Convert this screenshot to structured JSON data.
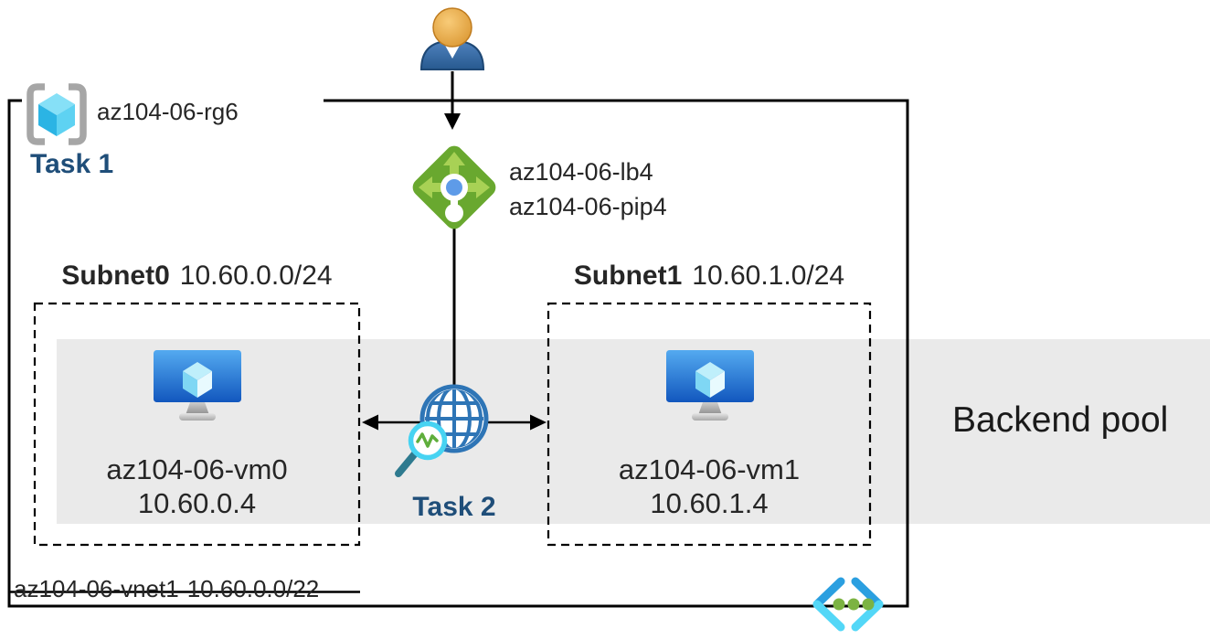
{
  "resource_group": {
    "name": "az104-06-rg6",
    "task": "Task 1"
  },
  "load_balancer": {
    "name": "az104-06-lb4",
    "public_ip": "az104-06-pip4"
  },
  "subnets": [
    {
      "name": "Subnet0",
      "cidr": "10.60.0.0/24",
      "vm_name": "az104-06-vm0",
      "vm_ip": "10.60.0.4"
    },
    {
      "name": "Subnet1",
      "cidr": "10.60.1.0/24",
      "vm_name": "az104-06-vm1",
      "vm_ip": "10.60.1.4"
    }
  ],
  "task2_label": "Task 2",
  "backend_pool_label": "Backend pool",
  "vnet": {
    "name": "az104-06-vnet1",
    "cidr": "10.60.0.0/22"
  },
  "icons": {
    "user": "user-icon",
    "resource_group": "resource-group-icon",
    "load_balancer": "load-balancer-icon",
    "virtual_machine": "virtual-machine-icon",
    "network_watcher": "network-watcher-globe-icon",
    "virtual_network": "virtual-network-icon"
  },
  "colors": {
    "task_text": "#1F4E79",
    "text": "#262626",
    "backend_band": "#EAEAEA",
    "line": "#000000",
    "lb_diamond_green": "#69A82F",
    "lb_arrow_green": "#A8D155",
    "lb_dot_blue": "#5E9BE8",
    "globe_blue": "#2E75B6",
    "magnifier_ring_cyan": "#47D3F2",
    "magnifier_pulse_green": "#5FAE3C",
    "magnifier_handle_teal": "#2E7A8F",
    "vm_monitor_blue_top": "#4FA5EF",
    "vm_monitor_blue_bottom": "#1257BE",
    "vnet_chevron_blue": "#2B9FE0",
    "vnet_chevron_cyan": "#53D7F7",
    "vnet_dot_green": "#7CB342",
    "rg_bracket_gray": "#A6A6A6",
    "cube_cyan": "#2BB4E4",
    "user_head_orange": "#E8A63C",
    "user_body_blue": "#33669E"
  }
}
